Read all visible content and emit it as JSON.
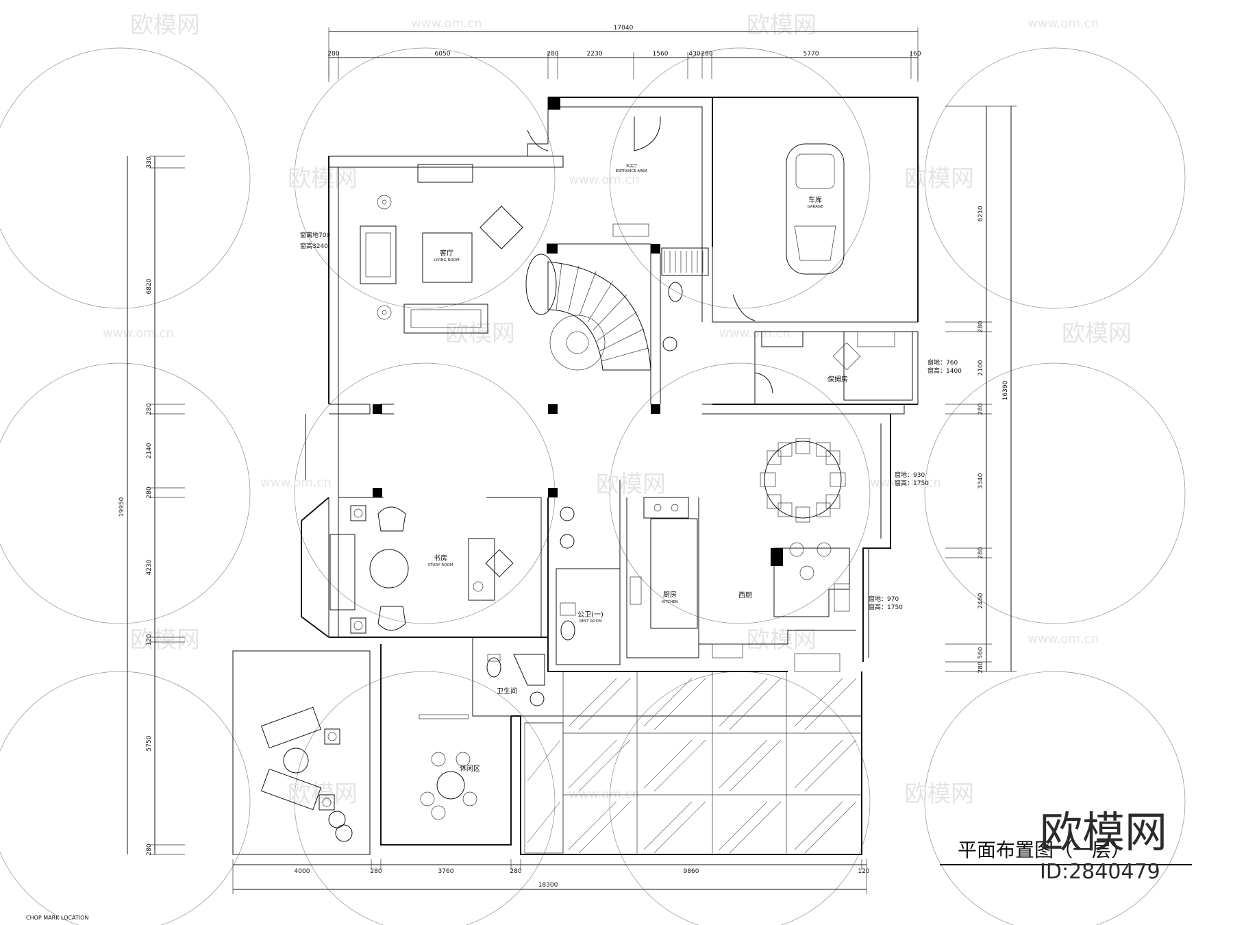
{
  "rooms": {
    "entrance": {
      "cn": "玄关厅",
      "en": "ENTRANCE AREA"
    },
    "living": {
      "cn": "客厅",
      "en": "LIVING ROOM"
    },
    "garage": {
      "cn": "车库",
      "en": "GARAGE"
    },
    "nanny": {
      "cn": "保姆房"
    },
    "study": {
      "cn": "书房",
      "en": "STUDY ROOM"
    },
    "restroom": {
      "cn": "公卫(一)",
      "en": "REST ROOM"
    },
    "kitchen": {
      "cn": "厨房",
      "en": "KITCHEN"
    },
    "western_kitchen": {
      "cn": "西厨"
    },
    "bathroom": {
      "cn": "卫生间"
    },
    "leisure": {
      "cn": "休闲区"
    }
  },
  "window_notes": {
    "living_sill": "窗离地700",
    "living_height": "窗高3240",
    "nanny_sill": "窗地：760",
    "nanny_height": "窗高：1400",
    "dining_sill": "窗地：930",
    "dining_height": "窗高：1750",
    "west_sill": "窗地：970",
    "west_height": "窗高：1750"
  },
  "dimensions": {
    "top_total": "17040",
    "top": [
      "280",
      "6050",
      "280",
      "2230",
      "1560",
      "430",
      "280",
      "5770",
      "160"
    ],
    "left_total": "19950",
    "left": [
      "330",
      "6820",
      "280",
      "2140",
      "280",
      "4230",
      "120",
      "5750",
      "280"
    ],
    "right_total": "16390",
    "right": [
      "6210",
      "280",
      "2100",
      "280",
      "3340",
      "280",
      "2460",
      "560",
      "280"
    ],
    "bottom_total": "18300",
    "bottom": [
      "4000",
      "280",
      "3760",
      "280",
      "9860",
      "120"
    ]
  },
  "drawing_title": "平面布置图（一层）",
  "watermark": {
    "brand": "欧模网",
    "url": "www.om.cn",
    "id": "ID:2840479"
  },
  "corner_label": "CHOP MARK LOCATION"
}
